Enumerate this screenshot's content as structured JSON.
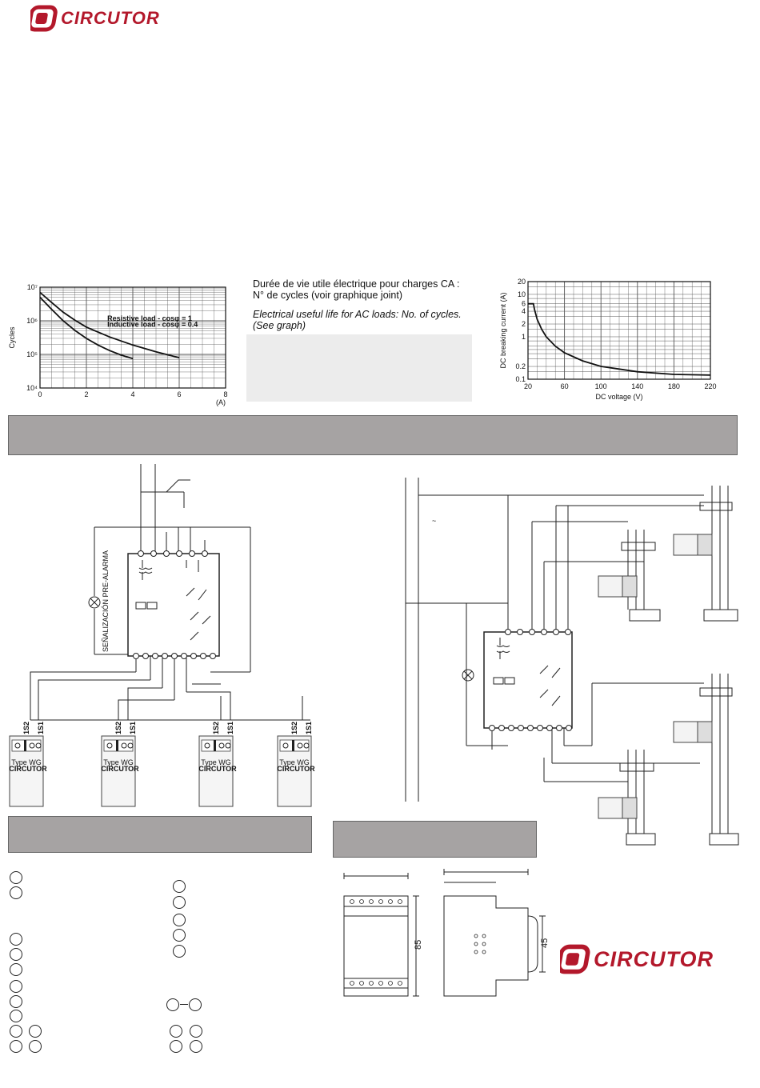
{
  "brand": {
    "name": "CIRCUTOR",
    "color": "#b3182b"
  },
  "life_note": {
    "fr_line1": "Durée de vie utile électrique pour charges CA :",
    "fr_line2": "N° de cycles (voir graphique joint)",
    "en_line1": "Electrical useful life for AC loads: No. of cycles.",
    "en_line2": "(See graph)"
  },
  "chart_data": [
    {
      "type": "line",
      "ylabel": "Cycles",
      "xlabel": "(A)",
      "xlim": [
        0,
        8
      ],
      "ylim": [
        10000,
        10000000
      ],
      "yscale": "log",
      "x_ticks": [
        "0",
        "2",
        "4",
        "6",
        "8"
      ],
      "y_ticks": [
        "10⁴",
        "10⁵",
        "10⁶",
        "10⁷"
      ],
      "grid": true,
      "series": [
        {
          "name": "Resistive load - cosφ = 1",
          "x": [
            0,
            0.5,
            1,
            1.5,
            2,
            3,
            4,
            5,
            6
          ],
          "y": [
            7000000,
            3500000,
            1800000,
            1050000,
            650000,
            330000,
            190000,
            120000,
            80000
          ]
        },
        {
          "name": "Inductive load - cosφ = 0.4",
          "x": [
            0,
            0.5,
            1,
            1.5,
            2,
            2.5,
            3,
            3.5,
            4
          ],
          "y": [
            5000000,
            2200000,
            1000000,
            520000,
            300000,
            190000,
            130000,
            95000,
            75000
          ]
        }
      ]
    },
    {
      "type": "line",
      "ylabel": "DC breaking current (A)",
      "xlabel": "DC voltage (V)",
      "xlim": [
        20,
        220
      ],
      "ylim": [
        0.1,
        20
      ],
      "yscale": "log",
      "x_ticks": [
        "20",
        "60",
        "100",
        "140",
        "180",
        "220"
      ],
      "y_ticks": [
        "0.1",
        "0.2",
        "1",
        "2",
        "4",
        "6",
        "10",
        "20"
      ],
      "grid": true,
      "series": [
        {
          "x": [
            20,
            26,
            27,
            30,
            35,
            40,
            50,
            60,
            80,
            100,
            140,
            180,
            220
          ],
          "y": [
            6,
            6,
            4.5,
            2.6,
            1.5,
            1.0,
            0.6,
            0.42,
            0.27,
            0.2,
            0.15,
            0.13,
            0.125
          ]
        }
      ]
    }
  ],
  "wiring": {
    "prealarm_label": "SEÑALIZACIÓN PRE-ALARMA",
    "term_s2": "1S2",
    "term_s1": "1S1",
    "transformer_type": "Type WG",
    "transformer_brand": "CIRCUTOR",
    "ac_symbol": "~"
  },
  "dimensions": {
    "height": "85",
    "depth": "45"
  }
}
